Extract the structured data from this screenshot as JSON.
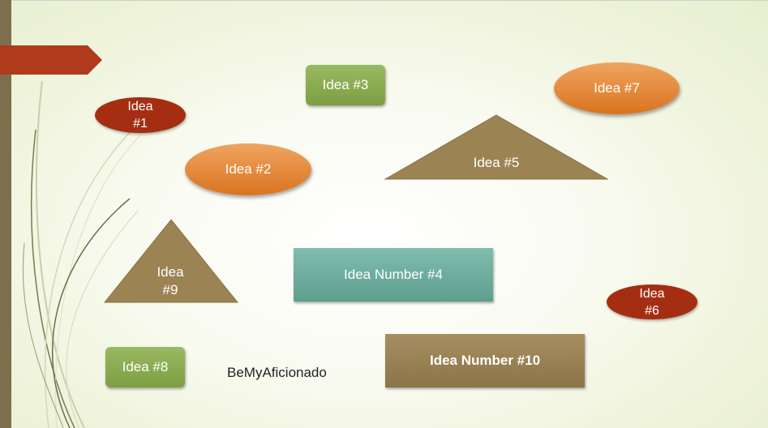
{
  "colors": {
    "green": "#8aab4f",
    "orange": "#e2812e",
    "dark_red": "#a52e12",
    "brown": "#9b8354",
    "teal": "#6aab9b",
    "left_bar": "#7b6f4e"
  },
  "shapes": {
    "idea1": "Idea #1",
    "idea2": "Idea #2",
    "idea3": "Idea #3",
    "idea4": "Idea Number #4",
    "idea5": "Idea #5",
    "idea6": "Idea #6",
    "idea7": "Idea #7",
    "idea8": "Idea #8",
    "idea9": "Idea #9",
    "idea10": "Idea Number #10"
  },
  "text": {
    "author": "BeMyAficionado"
  }
}
